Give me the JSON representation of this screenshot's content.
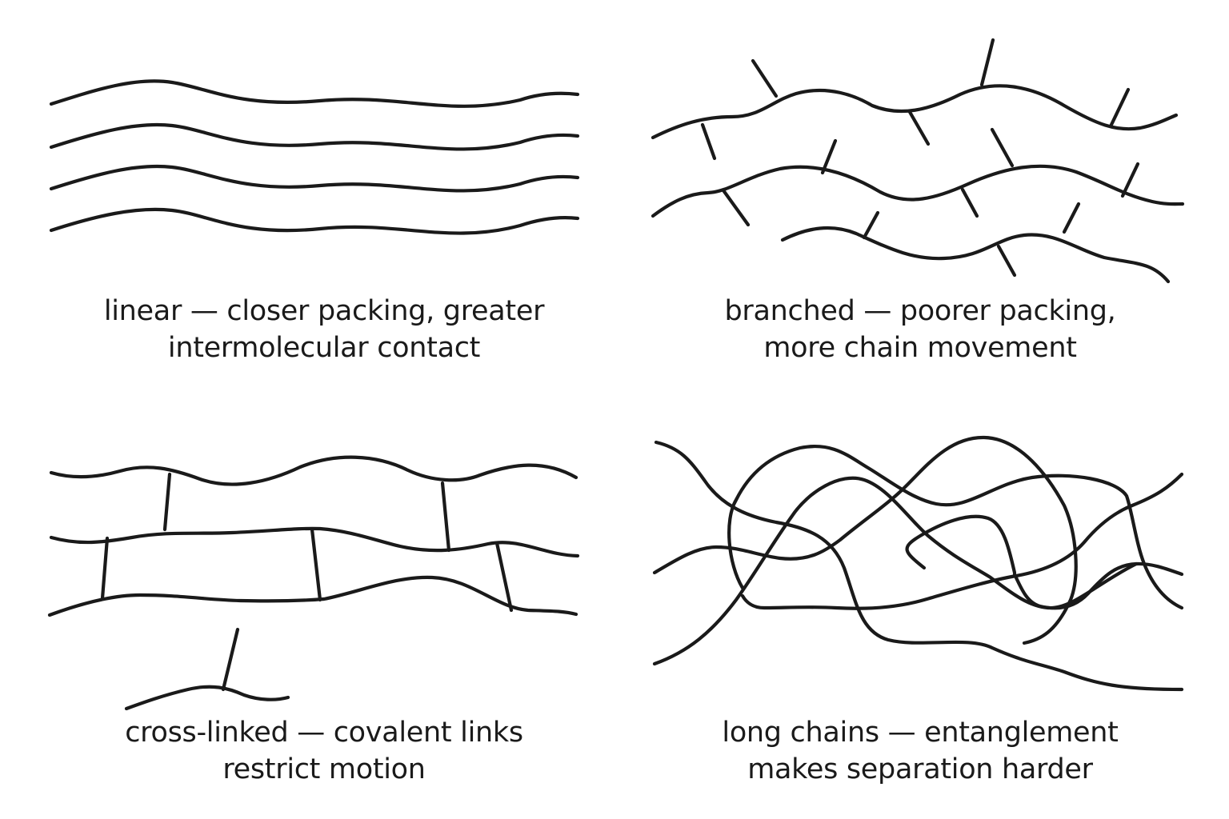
{
  "colors": {
    "stroke": "#1a1a1a",
    "text": "#1a1a1a",
    "background": "#ffffff"
  },
  "panels": [
    {
      "id": "linear",
      "caption_line1": "linear — closer packing, greater",
      "caption_line2": "intermolecular contact"
    },
    {
      "id": "branched",
      "caption_line1": "branched — poorer packing,",
      "caption_line2": "more chain movement"
    },
    {
      "id": "cross-linked",
      "caption_line1": "cross-linked — covalent links",
      "caption_line2": "restrict motion"
    },
    {
      "id": "long-chains",
      "caption_line1": "long chains — entanglement",
      "caption_line2": "makes separation harder"
    }
  ]
}
